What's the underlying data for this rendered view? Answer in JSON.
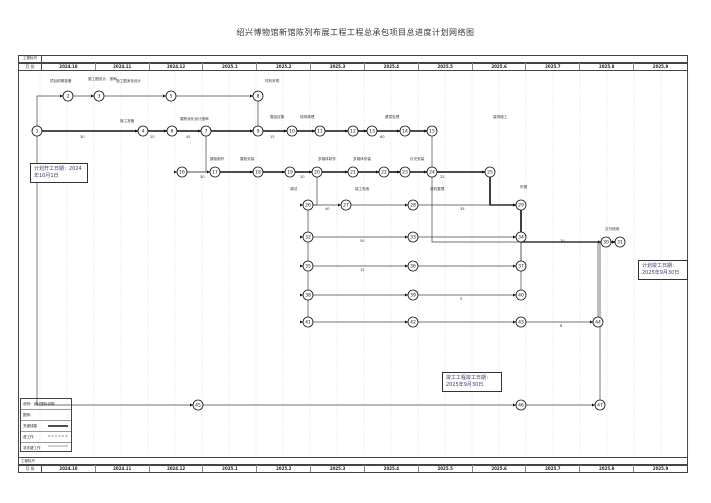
{
  "title": "绍兴博物馆新馆陈列布展工程工程总承包项目总进度计划网络图",
  "timescale": {
    "top_labels": [
      "工程标尺",
      "月 份"
    ],
    "bottom_labels": [
      "工程标尺",
      "月 份"
    ],
    "months": [
      "2024.10",
      "2024.11",
      "2024.12",
      "2025.1",
      "2025.2",
      "2025.3",
      "2025.4",
      "2025.5",
      "2025.6",
      "2025.7",
      "2025.8",
      "2025.9"
    ]
  },
  "callouts": {
    "start": "计划开工日期：2024年10月1日",
    "mid": "竣工工程竣工日期：2025年9月30日",
    "end": "计划竣工日期：2025年9月30日"
  },
  "legend": {
    "title": "说明",
    "items": [
      "说明：设计图标说明",
      "图例：",
      "关键线路",
      "虚工作",
      "非关键工作"
    ]
  },
  "nodes": [
    {
      "id": "1"
    },
    {
      "id": "2"
    },
    {
      "id": "3"
    },
    {
      "id": "4"
    },
    {
      "id": "5"
    },
    {
      "id": "6"
    },
    {
      "id": "7"
    },
    {
      "id": "8"
    },
    {
      "id": "9"
    },
    {
      "id": "10"
    },
    {
      "id": "11"
    },
    {
      "id": "12"
    },
    {
      "id": "13"
    },
    {
      "id": "14"
    },
    {
      "id": "15"
    },
    {
      "id": "16"
    },
    {
      "id": "17"
    },
    {
      "id": "18"
    },
    {
      "id": "19"
    },
    {
      "id": "20"
    },
    {
      "id": "21"
    },
    {
      "id": "22"
    },
    {
      "id": "23"
    },
    {
      "id": "24"
    },
    {
      "id": "25"
    },
    {
      "id": "26"
    },
    {
      "id": "27"
    },
    {
      "id": "28"
    },
    {
      "id": "29"
    },
    {
      "id": "30"
    },
    {
      "id": "31"
    },
    {
      "id": "32"
    },
    {
      "id": "33"
    },
    {
      "id": "34"
    },
    {
      "id": "35"
    },
    {
      "id": "36"
    },
    {
      "id": "37"
    },
    {
      "id": "38"
    },
    {
      "id": "39"
    },
    {
      "id": "40"
    },
    {
      "id": "41"
    },
    {
      "id": "42"
    },
    {
      "id": "43"
    },
    {
      "id": "44"
    },
    {
      "id": "45"
    },
    {
      "id": "46"
    },
    {
      "id": "47"
    }
  ],
  "activities": [
    "项目前期准备",
    "施工图设计、报审",
    "施工图深化设计",
    "施工准备",
    "展陈深化设计报审",
    "材料采购",
    "展品征集",
    "现场清理",
    "基层处理",
    "装饰施工",
    "展柜制作",
    "展柜安装",
    "多媒体制作",
    "多媒体安装",
    "灯光安装",
    "布展",
    "调试",
    "竣工验收",
    "资料整理",
    "交付使用"
  ],
  "durations": [
    "30",
    "20",
    "45",
    "15",
    "60",
    "30",
    "20",
    "25",
    "40",
    "35",
    "50",
    "10",
    "15",
    "5",
    "8"
  ]
}
